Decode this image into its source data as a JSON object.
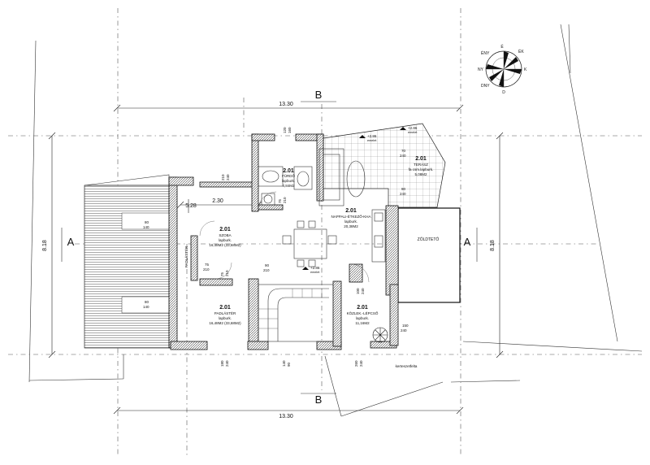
{
  "sections": {
    "top": "B",
    "bottom": "B",
    "left": "A",
    "right": "A"
  },
  "overall_dims": {
    "top": "13.30",
    "bottom": "13.30",
    "left": "8.18",
    "right": "8.18"
  },
  "rooms": [
    {
      "id": "furdo",
      "number": "2.01",
      "name": "FÜRDŐ",
      "finish": "lapburk.",
      "area": "4,84M2"
    },
    {
      "id": "nappali",
      "number": "2.01",
      "name": "NAPPALI-ÉTKEZŐ-KHA",
      "finish": "lapburk.",
      "area": "20,38M2"
    },
    {
      "id": "terasz",
      "number": "2.01",
      "name": "TERASZ",
      "finish": "fa csm.lapburk.",
      "area": "5,08M2"
    },
    {
      "id": "szoba",
      "number": "2.01",
      "name": "SZOBA",
      "finish": "lapburk.",
      "area": "16,48M2 (33,68M2)"
    },
    {
      "id": "padlaster",
      "number": "2.01",
      "name": "PADLÁSTÉR",
      "finish": "lapburk.",
      "area": "16,48M2 (33,68M2)"
    },
    {
      "id": "kozlekedo",
      "number": "2.01",
      "name": "KÖZLEK.-LÉPCSŐ",
      "finish": "lapburk.",
      "area": "11,16M2"
    }
  ],
  "labels": {
    "zoldteto": "ZÖLDTETŐ",
    "padlaster_vertical": "PADLÁSTÉR",
    "kerteszeti": "kerteszetfelta",
    "level_mark_1": "+2.86",
    "level_mark_2": "+2.86",
    "level_mark_3": "+2.86",
    "level_sub_1": "emelet",
    "level_sub_2": "emelet",
    "level_sub_3": "emelet",
    "dim_528": "5.28",
    "dim_230": "2.30"
  },
  "openings": {
    "furdo_win": [
      "120",
      "160"
    ],
    "left_win_upper": [
      "210",
      "240"
    ],
    "furdo_door": [
      "75",
      "210"
    ],
    "szoba_win": [
      "80",
      "140"
    ],
    "padlas_win": [
      "80",
      "140"
    ],
    "szoba_door": [
      "75",
      "210"
    ],
    "pad_door": [
      "75",
      "210"
    ],
    "hall_door": [
      "90",
      "210"
    ],
    "ter_upper": [
      "70",
      "240"
    ],
    "ter_lower": [
      "90",
      "240"
    ],
    "kozl_upper": [
      "100",
      "240"
    ],
    "kozl_right": [
      "150",
      "240"
    ],
    "bottom_1": [
      "180",
      "240"
    ],
    "bottom_2": [
      "140",
      "90"
    ],
    "bottom_3": [
      "260",
      "240"
    ]
  },
  "north_marks": [
    "É",
    "ÉK",
    "K",
    "D",
    "DNY",
    "NY",
    "ÉNY"
  ]
}
